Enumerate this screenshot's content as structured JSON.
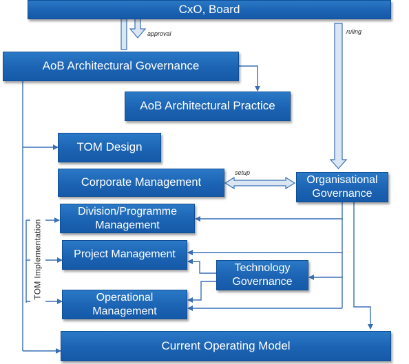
{
  "boxes": {
    "cxo_board": "CxO, Board",
    "aob_governance": "AoB Architectural Governance",
    "aob_practice": "AoB Architectural Practice",
    "tom_design": "TOM Design",
    "corporate_management": "Corporate Management",
    "organisational_governance_line1": "Organisational",
    "organisational_governance_line2": "Governance",
    "division_programme_line1": "Division/Programme",
    "division_programme_line2": "Management",
    "project_management": "Project Management",
    "technology_governance_line1": "Technology",
    "technology_governance_line2": "Governance",
    "operational_management_line1": "Operational",
    "operational_management_line2": "Management",
    "current_operating_model": "Current Operating Model"
  },
  "annotations": {
    "approval": "approval",
    "ruling": "ruling",
    "setup": "setup",
    "tom_implementation": "TOM Implementation"
  },
  "colors": {
    "box_fill": "#1c63b3",
    "connector": "#3a6fb5",
    "block_arrow_fill": "#dbe6f4"
  }
}
